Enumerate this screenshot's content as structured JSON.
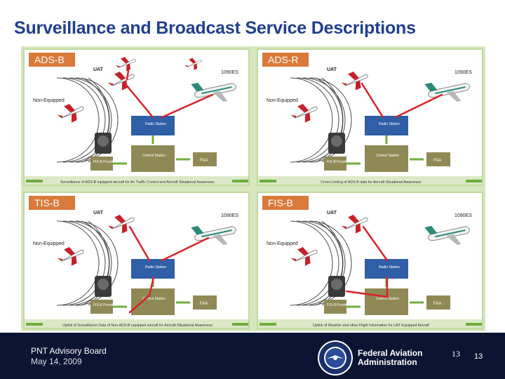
{
  "slide": {
    "title": "Surveillance and Broadcast Service Descriptions"
  },
  "panels": [
    {
      "id": "adsb",
      "label": "ADS-B",
      "uat": "UAT",
      "es": "1090ES",
      "non_equipped": "Non-Equipped",
      "radio_station": "Radio Station",
      "control_station": "Control Station",
      "faa": "FAA",
      "fisb_provider": "FIS-B Provider",
      "caption": "Surveillance of ADS-B equipped aircraft for Air Traffic Control and Aircraft Situational Awareness"
    },
    {
      "id": "adsr",
      "label": "ADS-R",
      "uat": "UAT",
      "es": "1090ES",
      "non_equipped": "Non-Equipped",
      "radio_station": "Radio Station",
      "control_station": "Control Station",
      "faa": "FAA",
      "fisb_provider": "FIS-B Provider",
      "caption": "Cross-Linking of ADS-B data for Aircraft Situational Awareness"
    },
    {
      "id": "tisb",
      "label": "TIS-B",
      "uat": "UAT",
      "es": "1090ES",
      "non_equipped": "Non-Equipped",
      "radio_station": "Radio Station",
      "control_station": "Control Station",
      "faa": "FAA",
      "fisb_provider": "FIS-B Provider",
      "caption": "Uplink of Surveillance Data of Non-ADS-B equipped aircraft for Aircraft Situational Awareness"
    },
    {
      "id": "fisb",
      "label": "FIS-B",
      "uat": "UAT",
      "es": "1090ES",
      "non_equipped": "Non-Equipped",
      "radio_station": "Radio Station",
      "control_station": "Control Station",
      "faa": "FAA",
      "fisb_provider": "FIS-B Provider",
      "caption": "Uplink of Weather and other Flight Information for UAT Equipped Aircraft"
    }
  ],
  "footer": {
    "org": "PNT Advisory Board",
    "date": "May 14, 2009",
    "agency_line1": "Federal Aviation",
    "agency_line2": "Administration",
    "page_number": "13",
    "page_number_small": "13"
  },
  "colors": {
    "title": "#1f3f8f",
    "panel_border": "#c2d9a0",
    "label_bg": "#d97a3a",
    "station_blue": "#2f5fa6",
    "control_olive": "#8f8a55",
    "link_red": "#d8232a",
    "arrow_green": "#6fae3e",
    "footer_bg": "#0b1533"
  }
}
